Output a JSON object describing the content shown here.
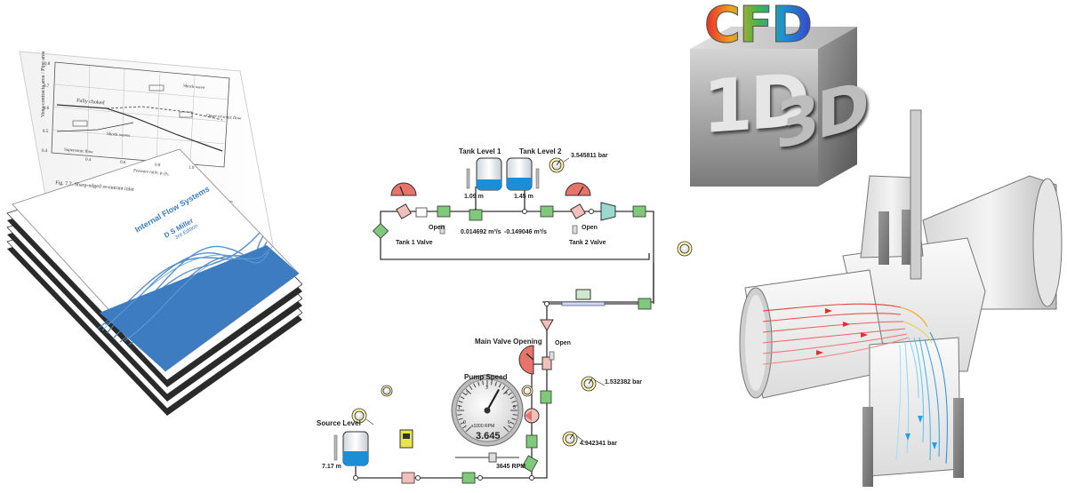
{
  "book": {
    "title": "Internal Flow Systems",
    "author": "D S Miller",
    "edition": "3rd Edition",
    "figure": {
      "caption": "Fig. 7.7. Sharp-edged re-entrant inlet",
      "xlabel": "Pressure ratio, p₂/p₀",
      "ylabel": "Vena-contracta area / Pipe area",
      "labels": [
        "Fully choked",
        "Shock wave",
        "Shock waves",
        "Supersonic flow",
        "Onset of sonic flow"
      ],
      "yticks": [
        "0.8",
        "0.7",
        "0.6",
        "0.5",
        "0.4"
      ],
      "xticks": [
        "0.4",
        "0.6",
        "0.8",
        "1.0"
      ]
    }
  },
  "cfd_logo": {
    "top": "CFD",
    "left": "1D",
    "right": "3D"
  },
  "schematic": {
    "tank1": {
      "label": "Tank Level 1",
      "level": "1.09 m"
    },
    "tank2": {
      "label": "Tank Level 2",
      "level": "1.45 m"
    },
    "pressure_top": "3.545811 bar",
    "valve1": {
      "label": "Tank 1 Valve",
      "state": "Open"
    },
    "valve2": {
      "label": "Tank 2 Valve",
      "state": "Open"
    },
    "flow1": "0.014692 m³/s",
    "flow2": "-0.149046 m³/s",
    "main_valve": {
      "label": "Main Valve Opening",
      "state": "Open"
    },
    "pressure_mid": "1.532382 bar",
    "pressure_low": "4.942341 bar",
    "pump": {
      "label": "Pump Speed",
      "unit": "x1000 RPM",
      "reading": "3.645",
      "rpm": "3645 RPM",
      "ticks": [
        "0",
        "1",
        "2",
        "3",
        "4",
        "5",
        "6"
      ],
      "value_fraction": 0.6075
    },
    "source": {
      "label": "Source Level",
      "level": "7.17 m"
    }
  },
  "colors": {
    "book_blue": "#3d7cc0",
    "pipe": "#333333",
    "tank_water": "#1a8fd8",
    "gauge_red": "#e8736b",
    "component_green": "#7fc97a",
    "meter_yellow": "#e9e34c",
    "cube_gray": "#8c8c8c"
  }
}
